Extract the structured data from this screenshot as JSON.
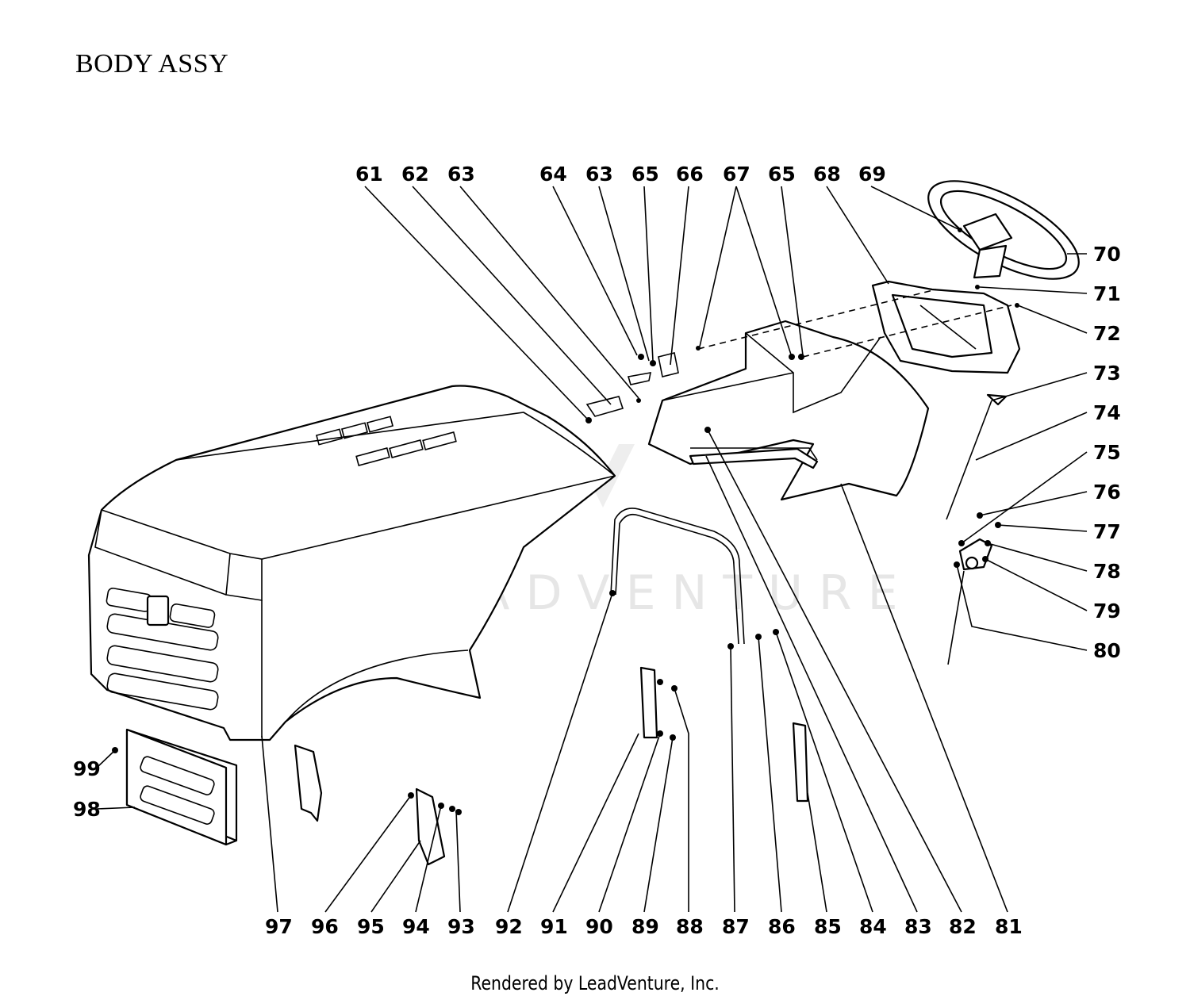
{
  "title": "BODY ASSY",
  "watermark": "LEADVENTURE",
  "credit": "Rendered by LeadVenture, Inc.",
  "callouts_top": [
    "61",
    "62",
    "63",
    "64",
    "63",
    "65",
    "66",
    "67",
    "65",
    "68",
    "69"
  ],
  "callouts_right": [
    "70",
    "71",
    "72",
    "73",
    "74",
    "75",
    "76",
    "77",
    "78",
    "79",
    "80"
  ],
  "callouts_bottom": [
    "97",
    "96",
    "95",
    "94",
    "93",
    "92",
    "91",
    "90",
    "89",
    "88",
    "87",
    "86",
    "85",
    "84",
    "83",
    "82",
    "81"
  ],
  "callouts_left": [
    "99",
    "98"
  ]
}
